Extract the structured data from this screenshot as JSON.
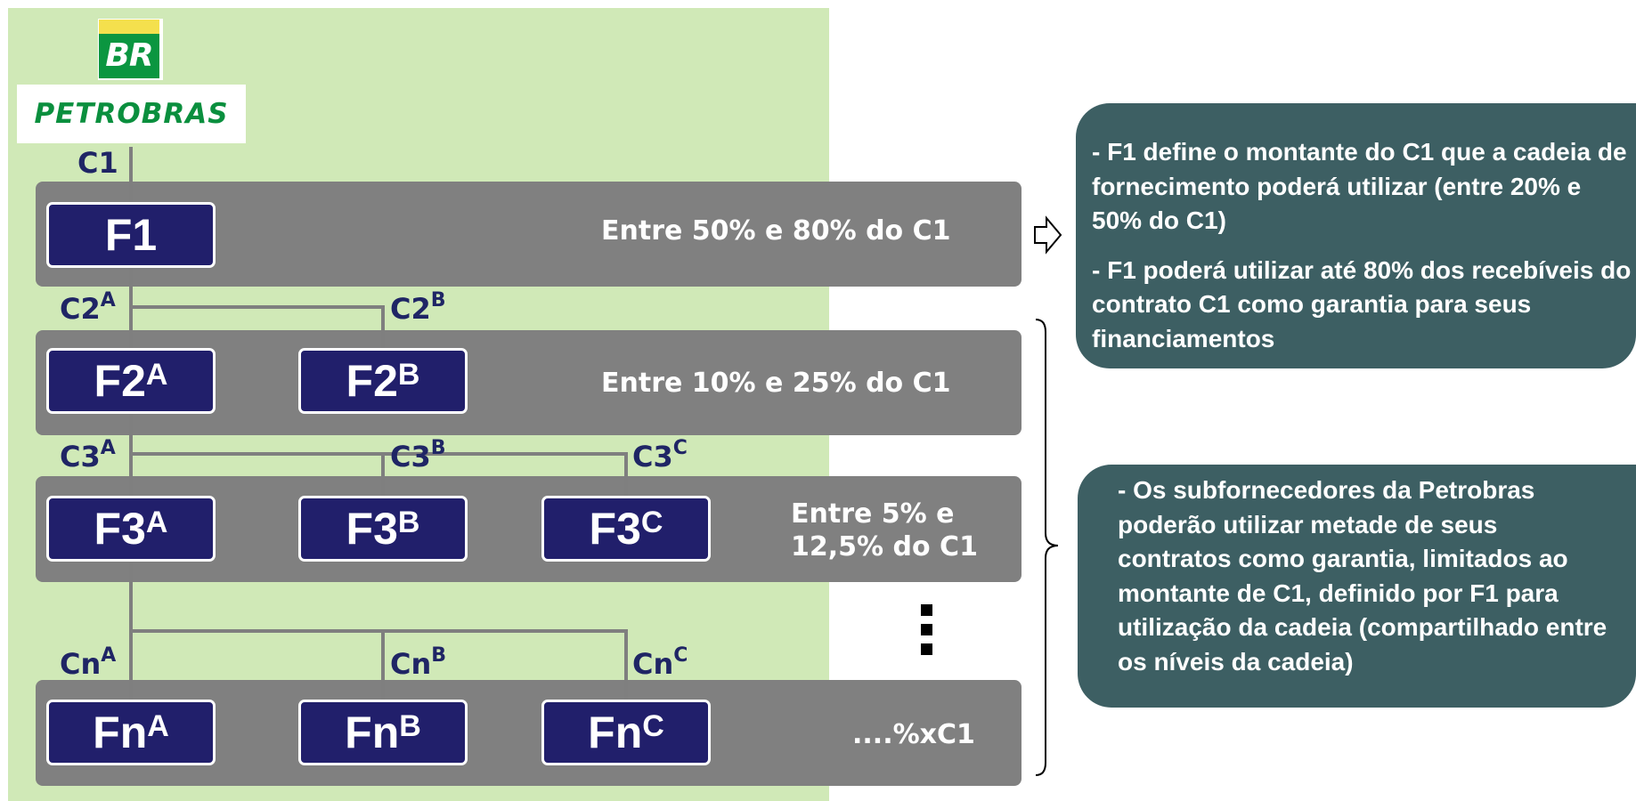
{
  "logo": {
    "emblem_text": "BR",
    "name_text": "PETROBRAS"
  },
  "levels": [
    {
      "connectors": [
        "C1"
      ],
      "nodes": [
        {
          "base": "F",
          "sub": "1"
        }
      ],
      "share_text": "Entre 50% e 80% do C1"
    },
    {
      "connectors": [
        {
          "base": "C2",
          "sup": "A"
        },
        {
          "base": "C2",
          "sup": "B"
        }
      ],
      "nodes": [
        {
          "base": "F2",
          "sup": "A"
        },
        {
          "base": "F2",
          "sup": "B"
        }
      ],
      "share_text": "Entre 10% e 25% do C1"
    },
    {
      "connectors": [
        {
          "base": "C3",
          "sup": "A"
        },
        {
          "base": "C3",
          "sup": "B"
        },
        {
          "base": "C3",
          "sup": "C"
        }
      ],
      "nodes": [
        {
          "base": "F3",
          "sup": "A"
        },
        {
          "base": "F3",
          "sup": "B"
        },
        {
          "base": "F3",
          "sup": "C"
        }
      ],
      "share_text": "Entre 5% e 12,5% do C1"
    },
    {
      "connectors": [
        {
          "base": "Cn",
          "sup": "A"
        },
        {
          "base": "Cn",
          "sup": "B"
        },
        {
          "base": "Cn",
          "sup": "C"
        }
      ],
      "nodes": [
        {
          "base": "Fn",
          "sup": "A"
        },
        {
          "base": "Fn",
          "sup": "B"
        },
        {
          "base": "Fn",
          "sup": "C"
        }
      ],
      "share_text": "....%xC1"
    }
  ],
  "callouts": [
    {
      "paragraphs": [
        "- F1 define o montante do C1 que a cadeia de fornecimento poderá utilizar (entre 20% e 50% do C1)",
        "- F1 poderá utilizar até 80% dos recebíveis do contrato C1 como garantia para seus financiamentos"
      ]
    },
    {
      "paragraphs": [
        "- Os subfornecedores da Petrobras poderão utilizar metade de seus contratos como garantia, limitados ao montante de C1, definido por F1 para utilização da cadeia (compartilhado entre os níveis da cadeia)"
      ]
    }
  ],
  "colors": {
    "background_panel": "#d0e9b7",
    "band_gray": "#808080",
    "node_navy": "#211f6b",
    "label_navy": "#1f2565",
    "callout_teal": "#3d5f63",
    "connector_gray": "#7f7f7f"
  },
  "icons": {
    "arrow": "hollow-right-arrow-icon",
    "brace": "right-curly-brace-icon",
    "ellipsis": "vertical-ellipsis-icon"
  }
}
